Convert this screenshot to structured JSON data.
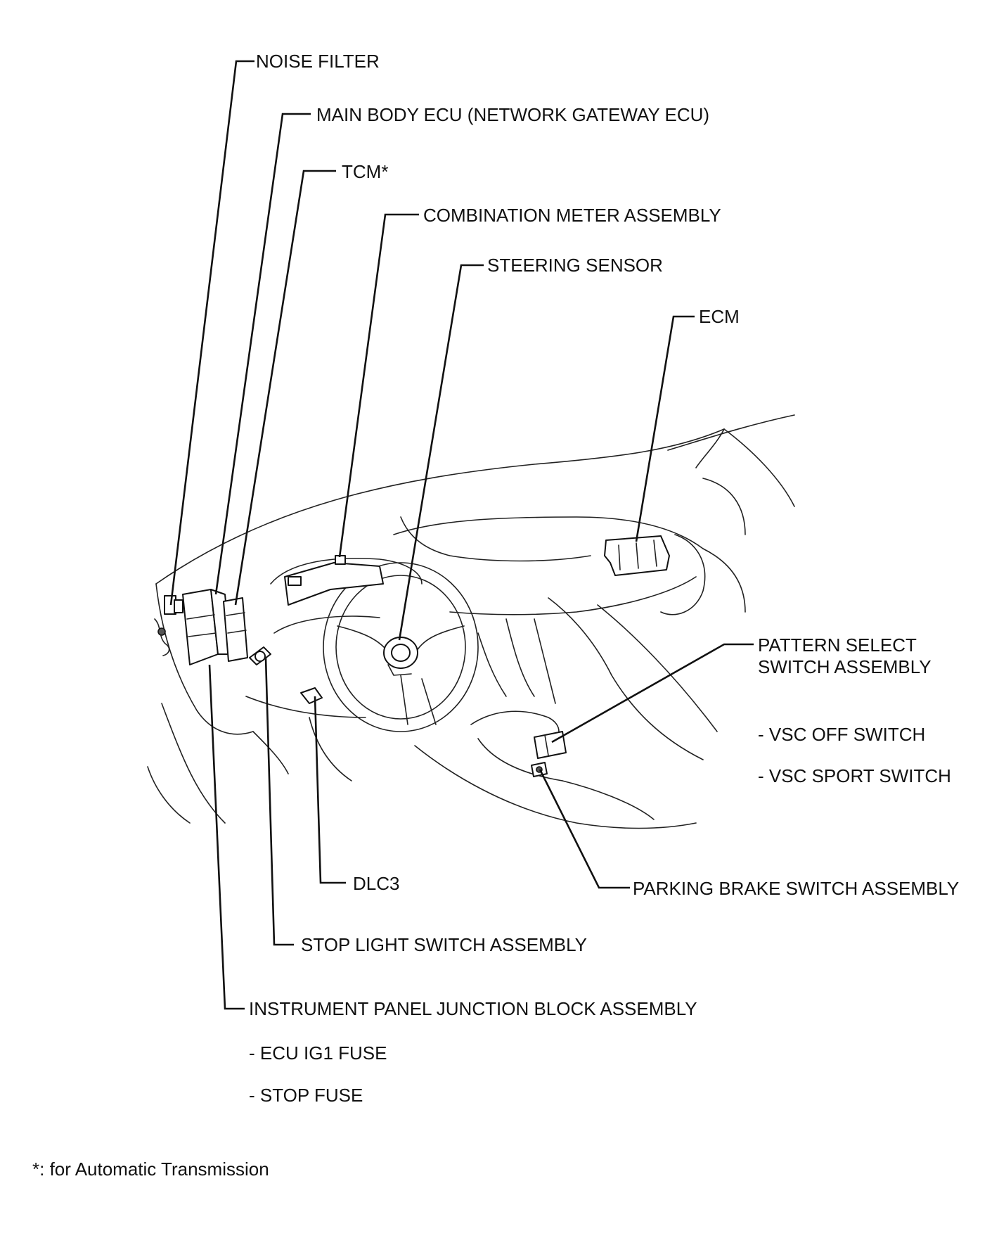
{
  "diagram": {
    "title": "",
    "labels": {
      "noise_filter": "NOISE FILTER",
      "main_body_ecu": "MAIN BODY ECU (NETWORK GATEWAY ECU)",
      "tcm": "TCM*",
      "combination_meter": "COMBINATION METER ASSEMBLY",
      "steering_sensor": "STEERING SENSOR",
      "ecm": "ECM",
      "pattern_select_line1": "PATTERN SELECT",
      "pattern_select_line2": "SWITCH ASSEMBLY",
      "vsc_off": "- VSC OFF SWITCH",
      "vsc_sport": "- VSC SPORT SWITCH",
      "dlc3": "DLC3",
      "parking_brake": "PARKING BRAKE SWITCH ASSEMBLY",
      "stop_light": "STOP LIGHT SWITCH ASSEMBLY",
      "junction_block": "INSTRUMENT PANEL JUNCTION BLOCK ASSEMBLY",
      "ecu_ig1_fuse": "- ECU IG1 FUSE",
      "stop_fuse": "- STOP FUSE"
    },
    "footnote": "*:  for Automatic Transmission"
  }
}
